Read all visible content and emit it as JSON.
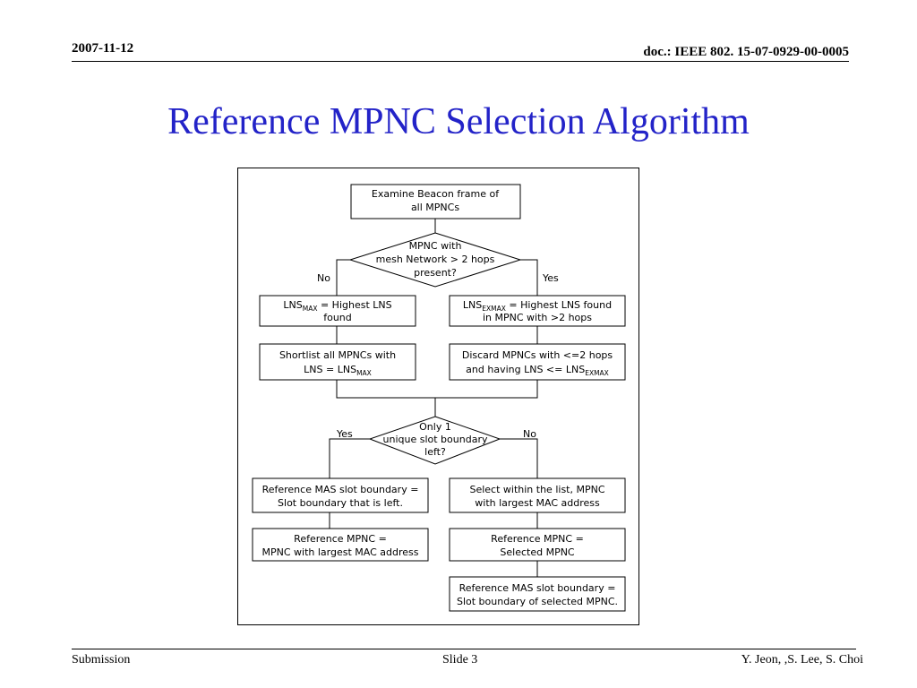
{
  "header": {
    "date": "2007-11-12",
    "doc": "doc.: IEEE 802. 15-07-0929-00-0005"
  },
  "title": "Reference MPNC Selection Algorithm",
  "flowchart": {
    "start": {
      "line1": "Examine Beacon frame of",
      "line2": "all MPNCs"
    },
    "decision1": {
      "line1": "MPNC with",
      "line2": "mesh Network > 2 hops",
      "line3": "present?"
    },
    "d1_no": "No",
    "d1_yes": "Yes",
    "left1": {
      "pre": "LNS",
      "sub": "MAX",
      "post": " = Highest LNS",
      "line2": "found"
    },
    "right1": {
      "pre": "LNS",
      "sub": "EXMAX",
      "post": " = Highest LNS found",
      "line2": "in MPNC with >2 hops"
    },
    "left2": {
      "line1": "Shortlist all MPNCs with",
      "pre": "LNS = LNS",
      "sub": "MAX"
    },
    "right2": {
      "line1": "Discard MPNCs with <=2 hops",
      "pre": "and having LNS <= LNS",
      "sub": "EXMAX"
    },
    "decision2": {
      "line1": "Only 1",
      "line2": "unique slot boundary",
      "line3": "left?"
    },
    "d2_yes": "Yes",
    "d2_no": "No",
    "left3": {
      "line1": "Reference MAS slot boundary =",
      "line2": "Slot boundary that is left."
    },
    "right3": {
      "line1": "Select within the list, MPNC",
      "line2": "with largest MAC address"
    },
    "left4": {
      "line1": "Reference MPNC =",
      "line2": "MPNC with largest MAC address"
    },
    "right4": {
      "line1": "Reference MPNC =",
      "line2": "Selected MPNC"
    },
    "right5": {
      "line1": "Reference MAS slot boundary =",
      "line2": "Slot boundary of selected MPNC."
    }
  },
  "footer": {
    "left": "Submission",
    "center": "Slide 3",
    "right": "Y. Jeon, ,S. Lee,  S. Choi"
  }
}
